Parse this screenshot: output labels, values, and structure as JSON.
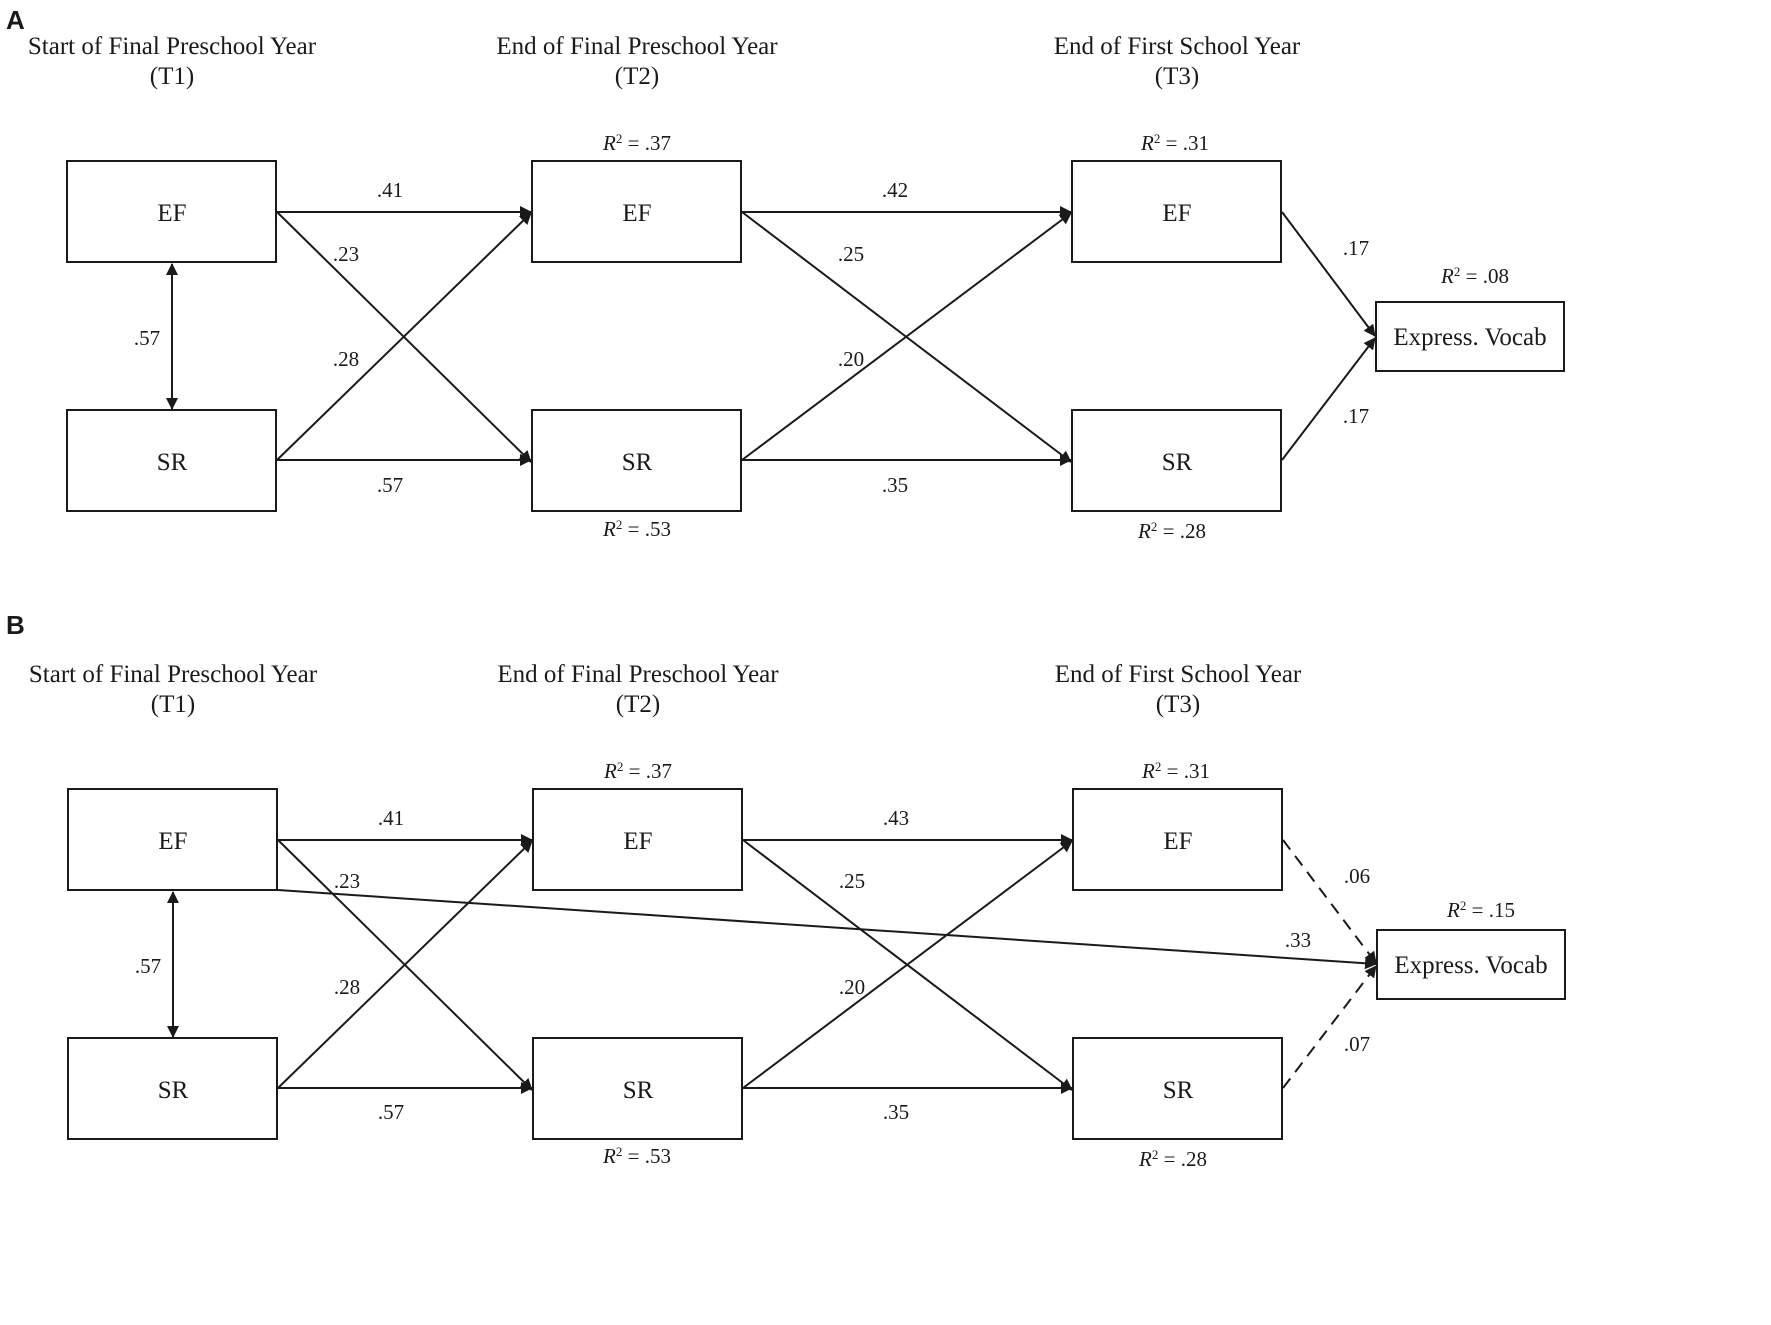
{
  "panels": [
    {
      "letter": "A",
      "times": [
        {
          "title": "Start of Final Preschool Year",
          "code": "(T1)"
        },
        {
          "title": "End of Final Preschool Year",
          "code": "(T2)"
        },
        {
          "title": "End of First School Year",
          "code": "(T3)"
        }
      ],
      "nodes": {
        "ef1": "EF",
        "sr1": "SR",
        "ef2": "EF",
        "sr2": "SR",
        "ef3": "EF",
        "sr3": "SR",
        "vocab": "Express. Vocab"
      },
      "r2": {
        "ef2": ".37",
        "sr2": ".53",
        "ef3": ".31",
        "sr3": ".28",
        "vocab": ".08"
      },
      "paths": {
        "ef1_ef2": ".41",
        "ef1_sr2": ".23",
        "sr1_ef2": ".28",
        "sr1_sr2": ".57",
        "ef2_ef3": ".42",
        "ef2_sr3": ".25",
        "sr2_ef3": ".20",
        "sr2_sr3": ".35",
        "ef3_vocab": ".17",
        "sr3_vocab": ".17",
        "ef1_sr1": ".57"
      }
    },
    {
      "letter": "B",
      "times": [
        {
          "title": "Start of Final Preschool Year",
          "code": "(T1)"
        },
        {
          "title": "End of Final Preschool Year",
          "code": "(T2)"
        },
        {
          "title": "End of First School Year",
          "code": "(T3)"
        }
      ],
      "nodes": {
        "ef1": "EF",
        "sr1": "SR",
        "ef2": "EF",
        "sr2": "SR",
        "ef3": "EF",
        "sr3": "SR",
        "vocab": "Express. Vocab"
      },
      "r2": {
        "ef2": ".37",
        "sr2": ".53",
        "ef3": ".31",
        "sr3": ".28",
        "vocab": ".15"
      },
      "paths": {
        "ef1_ef2": ".41",
        "ef1_sr2": ".23",
        "sr1_ef2": ".28",
        "sr1_sr2": ".57",
        "ef2_ef3": ".43",
        "ef2_sr3": ".25",
        "sr2_ef3": ".20",
        "sr2_sr3": ".35",
        "ef3_vocab": ".06",
        "sr3_vocab": ".07",
        "ef1_vocab": ".33",
        "ef1_sr1": ".57"
      }
    }
  ],
  "r2_prefix": "R",
  "r2_sup": "2",
  "r2_eq": " = "
}
